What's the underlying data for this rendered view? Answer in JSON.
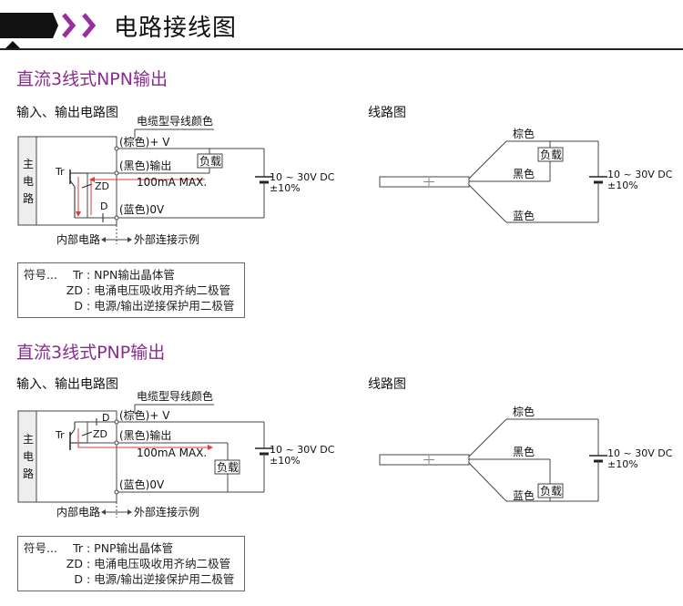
{
  "header": {
    "title": "电路接线图"
  },
  "colors": {
    "accent": "#8a2c8f",
    "arrow": "#9b2d9e",
    "line": "#444444",
    "red": "#e23a3a"
  },
  "npn": {
    "section_title": "直流3线式NPN输出",
    "io_title": "输入、输出电路图",
    "wiring_title": "线路图",
    "cable_color_label": "电缆型导线颜色",
    "main_circuit": [
      "主",
      "电",
      "路"
    ],
    "brown_plus": "(棕色)+ V",
    "black_out": "(黑色)输出",
    "blue_0v": "(蓝色)0V",
    "load": "负载",
    "current": "100mA MAX.",
    "tr": "Tr",
    "zd": "ZD",
    "d": "D",
    "supply_voltage": "10 ~ 30V DC",
    "supply_tol": "±10%",
    "internal": "内部电路",
    "external": "外部连接示例",
    "wire_brown": "棕色",
    "wire_black": "黑色",
    "wire_blue": "蓝色",
    "legend_prefix": "符号...",
    "legend": [
      {
        "key": "Tr",
        "text": ": NPN输出晶体管"
      },
      {
        "key": "ZD",
        "text": ": 电涌电压吸收用齐纳二极管"
      },
      {
        "key": "D",
        "text": ": 电源/输出逆接保护用二极管"
      }
    ]
  },
  "pnp": {
    "section_title": "直流3线式PNP输出",
    "io_title": "输入、输出电路图",
    "wiring_title": "线路图",
    "cable_color_label": "电缆型导线颜色",
    "main_circuit": [
      "主",
      "电",
      "路"
    ],
    "brown_plus": "(棕色)+ V",
    "black_out": "(黑色)输出",
    "blue_0v": "(蓝色)0V",
    "load": "负载",
    "current": "100mA MAX.",
    "tr": "Tr",
    "zd": "ZD",
    "d": "D",
    "supply_voltage": "10 ~ 30V DC",
    "supply_tol": "±10%",
    "internal": "内部电路",
    "external": "外部连接示例",
    "wire_brown": "棕色",
    "wire_black": "黑色",
    "wire_blue": "蓝色",
    "legend_prefix": "符号...",
    "legend": [
      {
        "key": "Tr",
        "text": ": PNP输出晶体管"
      },
      {
        "key": "ZD",
        "text": ": 电涌电压吸收用齐纳二极管"
      },
      {
        "key": "D",
        "text": ": 电源/输出逆接保护用二极管"
      }
    ]
  }
}
